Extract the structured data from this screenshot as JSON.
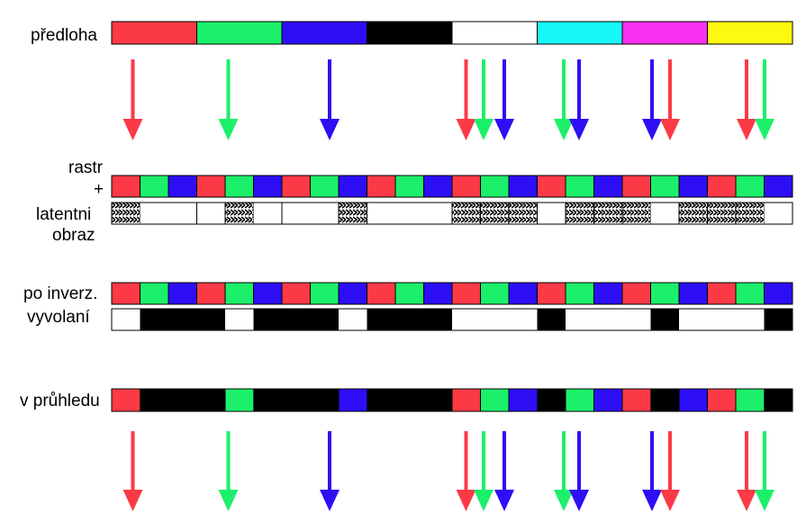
{
  "labels": {
    "original": "předloha",
    "raster_line1": "rastr",
    "raster_line2": "+",
    "latent_line1": "latentni",
    "latent_line2": "obraz",
    "inverse_line1": "po inverz.",
    "inverse_line2": "vyvolaní",
    "transmission": "v průhledu"
  },
  "colors": {
    "red": "#fb3a46",
    "green": "#1cf06a",
    "blue": "#2d0ef5",
    "black": "#000000",
    "white": "#ffffff",
    "cyan": "#18f8f9",
    "magenta": "#fb30f1",
    "yellow": "#fdf90f"
  },
  "original_colors": [
    "red",
    "green",
    "blue",
    "black",
    "white",
    "cyan",
    "magenta",
    "yellow"
  ],
  "raster_pattern": [
    "red",
    "green",
    "blue"
  ],
  "latent_image": [
    [
      1,
      0,
      0
    ],
    [
      0,
      1,
      0
    ],
    [
      0,
      0,
      1
    ],
    [
      0,
      0,
      0
    ],
    [
      1,
      1,
      1
    ],
    [
      0,
      1,
      1
    ],
    [
      1,
      0,
      1
    ],
    [
      1,
      1,
      0
    ]
  ],
  "developed_image": [
    [
      0,
      1,
      1
    ],
    [
      1,
      0,
      1
    ],
    [
      1,
      1,
      0
    ],
    [
      1,
      1,
      1
    ],
    [
      0,
      0,
      0
    ],
    [
      1,
      0,
      0
    ],
    [
      0,
      1,
      0
    ],
    [
      0,
      0,
      1
    ]
  ],
  "transmission_view": [
    [
      "red",
      "black",
      "black"
    ],
    [
      "black",
      "green",
      "black"
    ],
    [
      "black",
      "black",
      "blue"
    ],
    [
      "black",
      "black",
      "black"
    ],
    [
      "red",
      "green",
      "blue"
    ],
    [
      "black",
      "green",
      "blue"
    ],
    [
      "red",
      "black",
      "blue"
    ],
    [
      "red",
      "green",
      "black"
    ]
  ],
  "arrows_per_block": [
    [
      "red"
    ],
    [
      "green"
    ],
    [
      "blue"
    ],
    [],
    [
      "red",
      "green",
      "blue"
    ],
    [
      "green",
      "blue"
    ],
    [
      "blue",
      "red"
    ],
    [
      "red",
      "green"
    ]
  ]
}
